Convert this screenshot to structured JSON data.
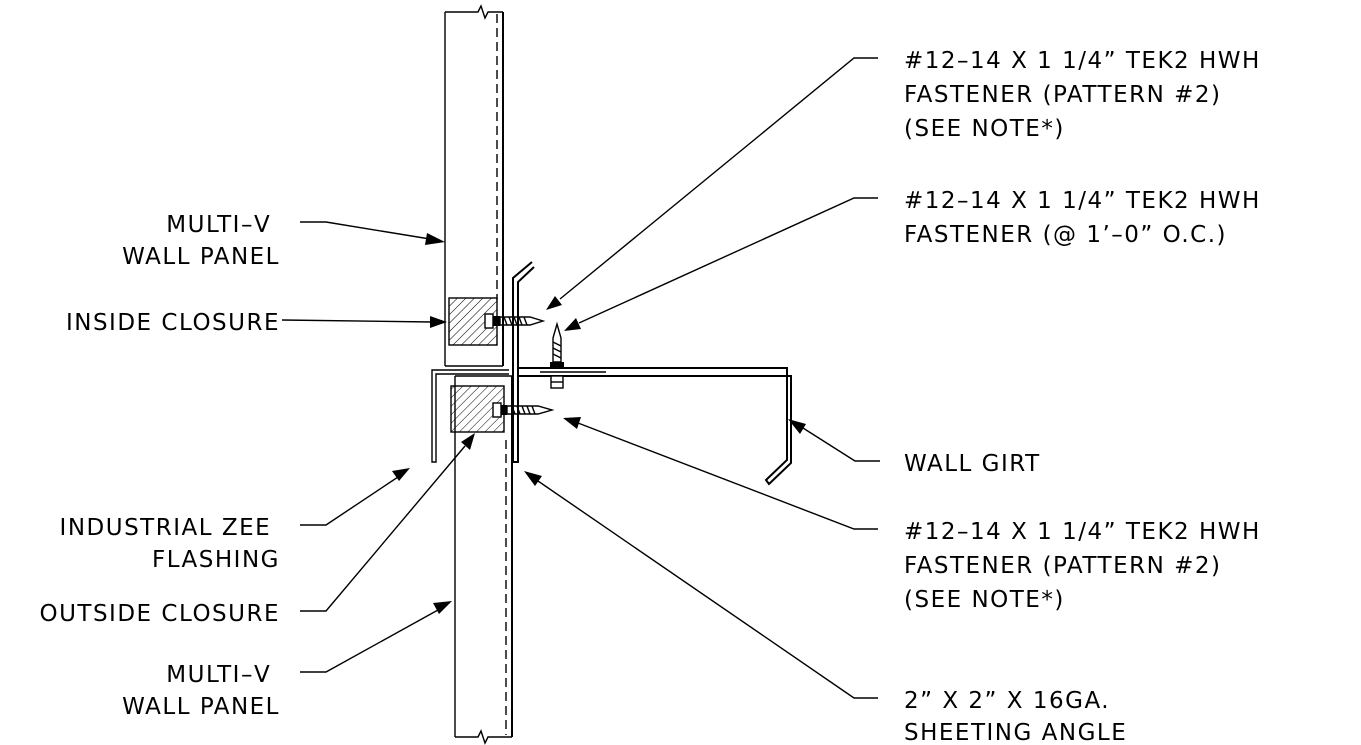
{
  "labels": {
    "left": [
      {
        "id": "wall-panel-upper",
        "lines": [
          "MULTI–V",
          "WALL PANEL"
        ]
      },
      {
        "id": "inside-closure",
        "lines": [
          "INSIDE CLOSURE"
        ]
      },
      {
        "id": "zee-flashing",
        "lines": [
          "INDUSTRIAL ZEE",
          "FLASHING"
        ]
      },
      {
        "id": "outside-closure",
        "lines": [
          "OUTSIDE CLOSURE"
        ]
      },
      {
        "id": "wall-panel-lower",
        "lines": [
          "MULTI–V",
          "WALL PANEL"
        ]
      }
    ],
    "right": [
      {
        "id": "fastener-upper",
        "lines": [
          "#12–14 X 1 1/4” TEK2 HWH",
          "FASTENER (PATTERN #2)",
          "(SEE NOTE*)"
        ]
      },
      {
        "id": "fastener-girt",
        "lines": [
          "#12–14 X 1 1/4” TEK2 HWH",
          "FASTENER (@ 1’–0” O.C.)"
        ]
      },
      {
        "id": "wall-girt",
        "lines": [
          "WALL GIRT"
        ]
      },
      {
        "id": "fastener-lower",
        "lines": [
          "#12–14 X 1 1/4” TEK2 HWH",
          "FASTENER (PATTERN #2)",
          "(SEE NOTE*)"
        ]
      },
      {
        "id": "sheeting-angle",
        "lines": [
          "2” X 2” X 16GA.",
          "SHEETING ANGLE"
        ]
      }
    ]
  }
}
